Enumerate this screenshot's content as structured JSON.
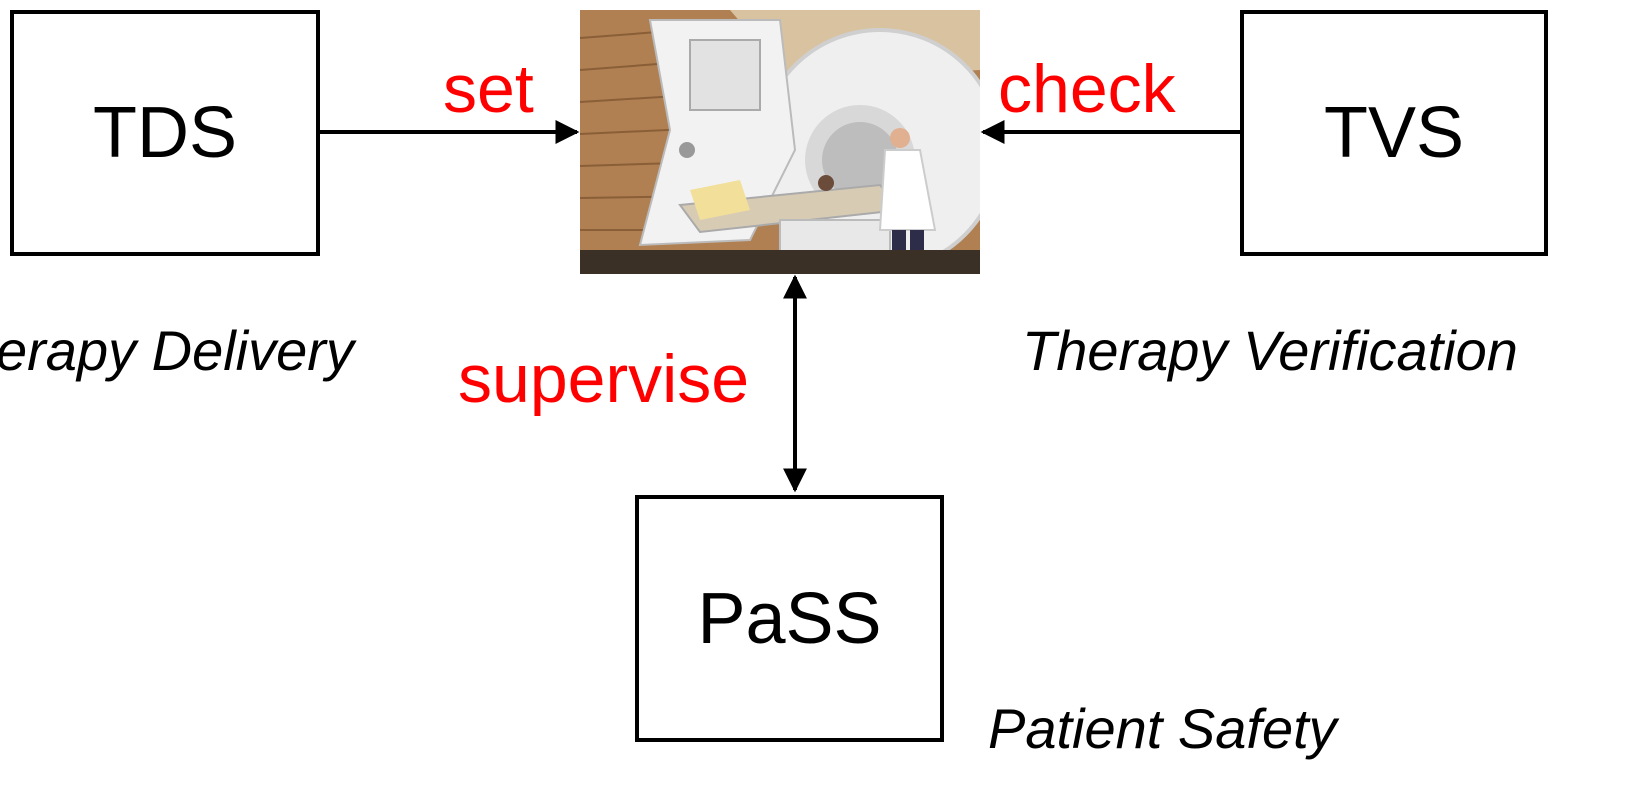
{
  "boxes": {
    "tds": "TDS",
    "tvs": "TVS",
    "pass": "PaSS"
  },
  "captions": {
    "tds": "erapy Delivery",
    "tvs": "Therapy Verification",
    "pass": "Patient Safety"
  },
  "edges": {
    "set": "set",
    "check": "check",
    "supervise": "supervise"
  },
  "colors": {
    "edge_label": "#ff0000",
    "box_border": "#000000"
  },
  "photo": {
    "subject": "radiation therapy treatment room with patient on couch and clinician"
  }
}
